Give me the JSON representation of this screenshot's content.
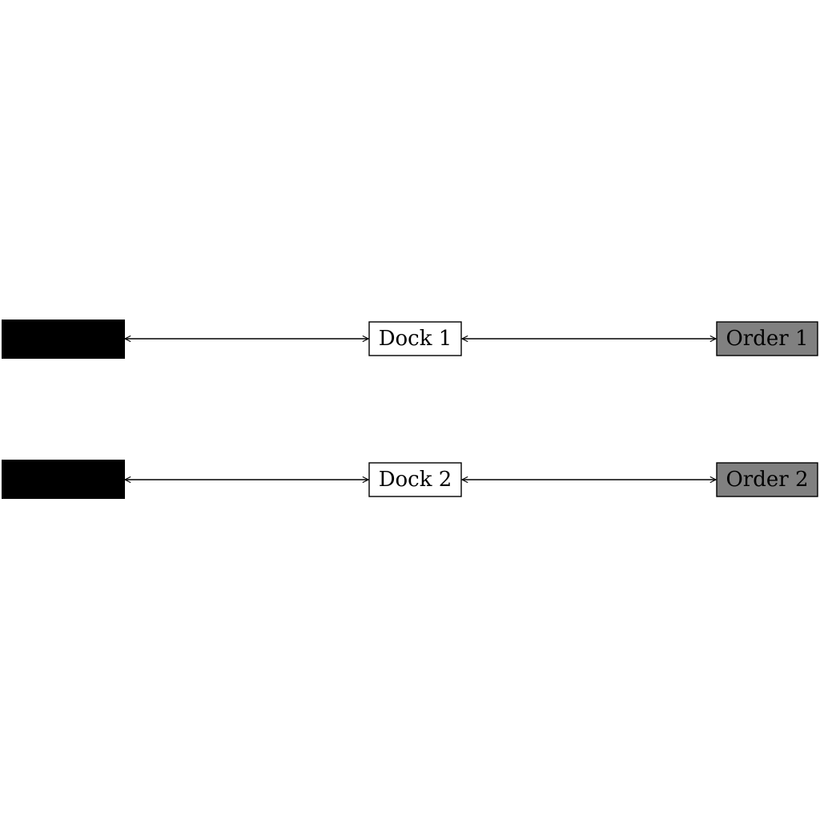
{
  "colors": {
    "background": "#ffffff",
    "stroke": "#000000",
    "source_fill": "#000000",
    "dock_fill": "#ffffff",
    "order_fill": "#808080"
  },
  "rows": [
    {
      "source": {
        "label": ""
      },
      "dock": {
        "label": "Dock 1"
      },
      "order": {
        "label": "Order 1"
      }
    },
    {
      "source": {
        "label": ""
      },
      "dock": {
        "label": "Dock 2"
      },
      "order": {
        "label": "Order 2"
      }
    }
  ]
}
